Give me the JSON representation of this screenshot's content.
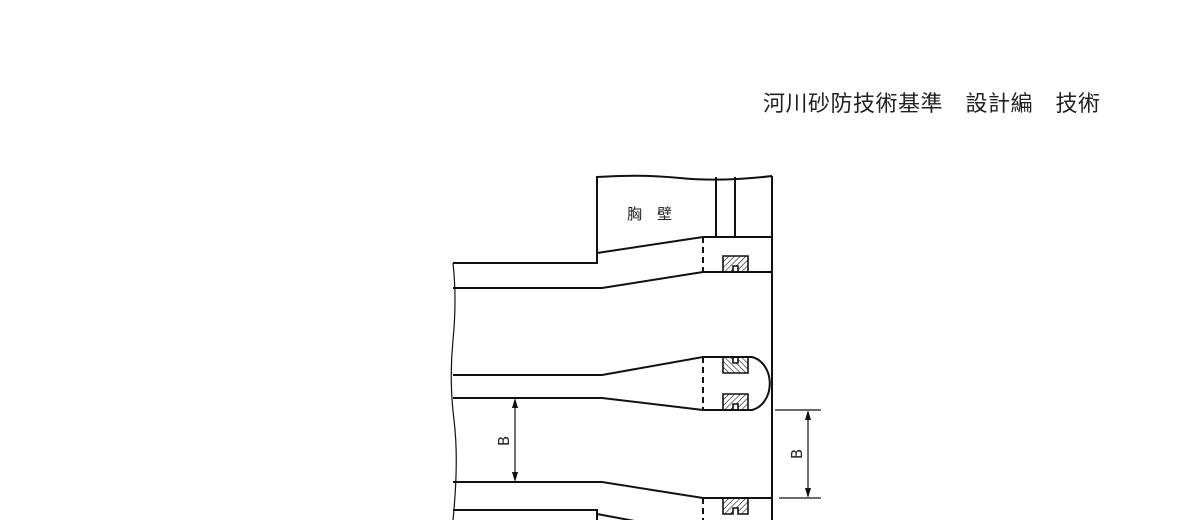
{
  "header": {
    "title": "河川砂防技術基準　設計編　技術"
  },
  "drawing": {
    "chest_wall_label": "胸　壁",
    "dimension_left": "B",
    "dimension_right": "B",
    "hatch_color": "#111111"
  }
}
